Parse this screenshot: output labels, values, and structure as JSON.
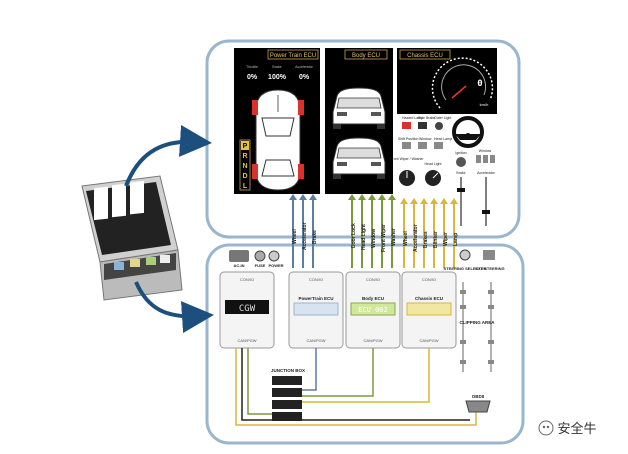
{
  "colors": {
    "frame": "#9ab6cf",
    "arrow": "#1c4f7d",
    "blue_wire": "#5b7ea3",
    "green_wire": "#7a9a3a",
    "yellow_wire": "#d8b73a",
    "black_panel": "#000000",
    "lcd_green": "#cfe89a",
    "lcd_blue": "#d6e4f2",
    "lcd_yellow": "#f2e7a0"
  },
  "panels": {
    "powertrain": {
      "title": "Power Train ECU",
      "gauges": [
        {
          "label": "Throttle",
          "value": "0%"
        },
        {
          "label": "Brake",
          "value": "100%"
        },
        {
          "label": "Accelerator",
          "value": "0%"
        }
      ],
      "gear": [
        "P",
        "R",
        "N",
        "D",
        "L"
      ]
    },
    "body": {
      "title": "Body ECU"
    },
    "chassis": {
      "title": "Chassis ECU",
      "speed": "0",
      "unit": "km/h"
    }
  },
  "controls": {
    "row1": [
      "Hazard Lamp",
      "Side Brake",
      "Outer Light"
    ],
    "row2": [
      "Shift Position",
      "Window",
      "Head Lamp"
    ],
    "ignition": "Ignition",
    "window": "Window",
    "front_wiper": "Front Wiper / Washer",
    "head_light": "Head Light",
    "brake": "Brake",
    "accelerator": "Accelerator"
  },
  "wires": {
    "blue": [
      "Wheel",
      "Accelerator",
      "Brake"
    ],
    "green": [
      "Door Lock",
      "Head Light",
      "Window",
      "Front Wiper",
      "Washer"
    ],
    "yellow": [
      "Wheel",
      "Accelerator",
      "Brakes",
      "Blinker",
      "Wiper",
      "Lamp"
    ]
  },
  "power": {
    "ac_in": "AC-IN",
    "fuse": "FUSE",
    "power": "POWER"
  },
  "ecus": [
    {
      "name": "",
      "display": "CGW",
      "port_top": "CON/IO",
      "port_bottom": "CAN/PGW"
    },
    {
      "name": "PowerTrain ECU",
      "display": "",
      "port_top": "CON/IO",
      "port_bottom": "CAN/PGW"
    },
    {
      "name": "Body ECU",
      "display": "ECU 002",
      "port_top": "CON/IO",
      "port_bottom": "CAN/PGW"
    },
    {
      "name": "Chassis ECU",
      "display": "",
      "port_top": "CON/IO",
      "port_bottom": "CAN/PGW"
    }
  ],
  "steering": {
    "selector": "STEERING SELECTER",
    "ext": "EXT STEERING"
  },
  "clipping": "CLIPPING AREA",
  "junction": "JUNCTION BOX",
  "obd": "OBDII",
  "watermark": "安全牛"
}
